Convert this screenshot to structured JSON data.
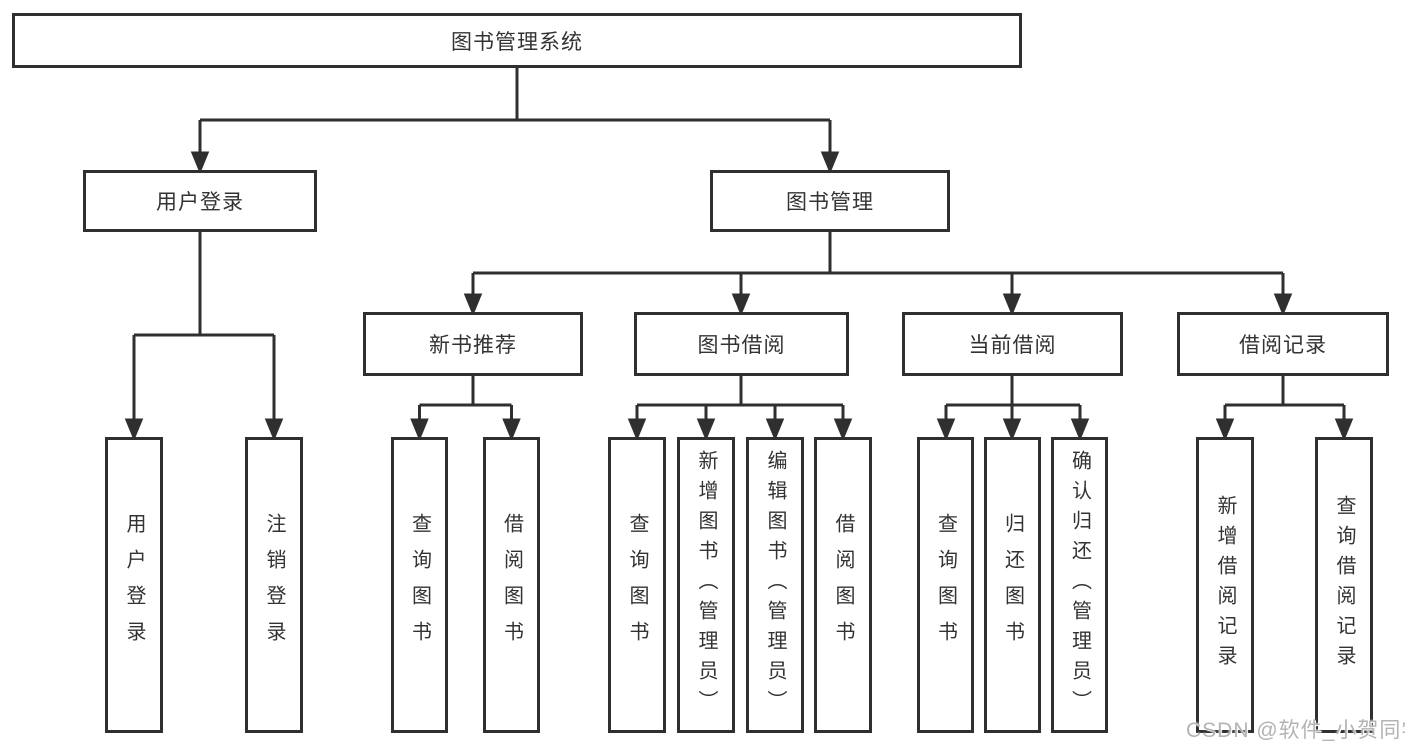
{
  "diagram": {
    "root": {
      "label": "图书管理系统",
      "children": [
        {
          "label": "用户登录",
          "children": [
            {
              "label": "用户登录"
            },
            {
              "label": "注销登录"
            }
          ]
        },
        {
          "label": "图书管理",
          "children": [
            {
              "label": "新书推荐",
              "children": [
                {
                  "label": "查询图书"
                },
                {
                  "label": "借阅图书"
                }
              ]
            },
            {
              "label": "图书借阅",
              "children": [
                {
                  "label": "查询图书"
                },
                {
                  "label": "新增图书（管理员）"
                },
                {
                  "label": "编辑图书（管理员）"
                },
                {
                  "label": "借阅图书"
                }
              ]
            },
            {
              "label": "当前借阅",
              "children": [
                {
                  "label": "查询图书"
                },
                {
                  "label": "归还图书"
                },
                {
                  "label": "确认归还（管理员）"
                }
              ]
            },
            {
              "label": "借阅记录",
              "children": [
                {
                  "label": "新增借阅记录"
                },
                {
                  "label": "查询借阅记录"
                }
              ]
            }
          ]
        }
      ]
    }
  },
  "watermark": {
    "text": "CSDN @软件_小贺同学"
  },
  "colors": {
    "line": "#2f2f2f",
    "box_border": "#2f2f2f",
    "text": "#333333",
    "watermark": "#b3b3b3",
    "background": "#ffffff"
  }
}
